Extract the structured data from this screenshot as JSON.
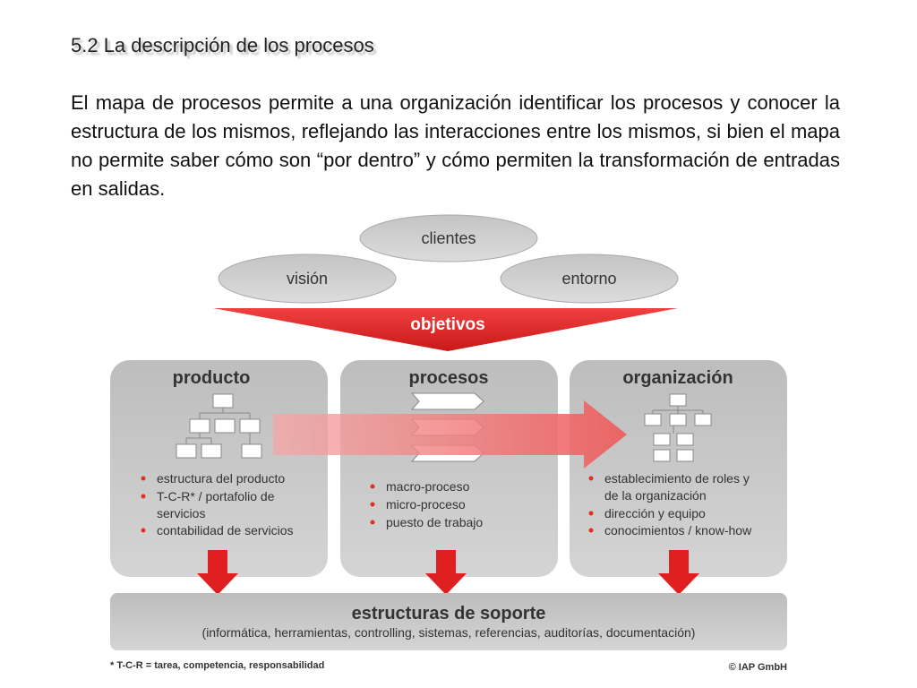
{
  "heading": "5.2 La descripción de los procesos",
  "paragraph": "El mapa de procesos permite a una organización identificar los procesos y conocer la estructura de los mismos, reflejando las interacciones entre los mismos, si bien el mapa no permite saber cómo son “por dentro” y cómo permiten la transformación de entradas en salidas.",
  "diagram": {
    "ellipses": {
      "top": "clientes",
      "left": "visión",
      "right": "entorno"
    },
    "banner": "objetivos",
    "boxes": [
      {
        "title": "producto",
        "bullets": [
          "estructura del producto",
          "T-C-R* / portafolio de",
          "servicios",
          "contabilidad de servicios"
        ]
      },
      {
        "title": "procesos",
        "bullets": [
          "macro-proceso",
          "micro-proceso",
          "puesto de trabajo"
        ]
      },
      {
        "title": "organización",
        "bullets": [
          "establecimiento de roles y",
          "de la organización",
          "dirección y equipo",
          "conocimientos / know-how"
        ]
      }
    ],
    "support_title": "estructuras de soporte",
    "support_subtitle": "(informática, herramientas, controlling, sistemas, referencias, auditorías, documentación)",
    "footnote": "* T-C-R = tarea, competencia, responsabilidad",
    "copyright": "© IAP GmbH",
    "colors": {
      "box": "#c8c8c8",
      "red": "#e02020",
      "ellipse": "#cfcfcf",
      "bullet": "#e03020"
    }
  }
}
